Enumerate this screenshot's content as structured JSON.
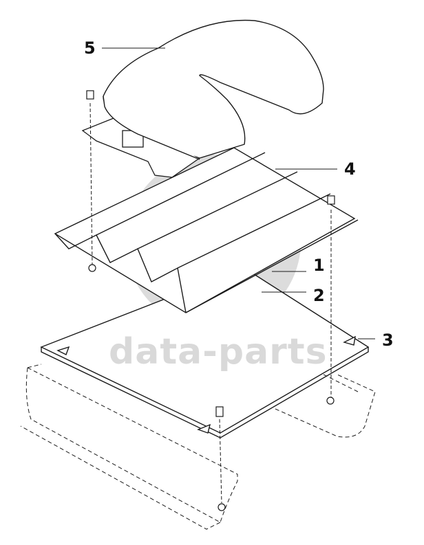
{
  "callouts": [
    {
      "id": "1",
      "label": "1"
    },
    {
      "id": "2",
      "label": "2"
    },
    {
      "id": "3",
      "label": "3"
    },
    {
      "id": "4",
      "label": "4"
    },
    {
      "id": "5",
      "label": "5"
    }
  ],
  "watermark": {
    "text": "data-parts",
    "color": "#d9d9d9"
  },
  "colors": {
    "line": "#1a1a1a",
    "fill": "#ffffff"
  }
}
